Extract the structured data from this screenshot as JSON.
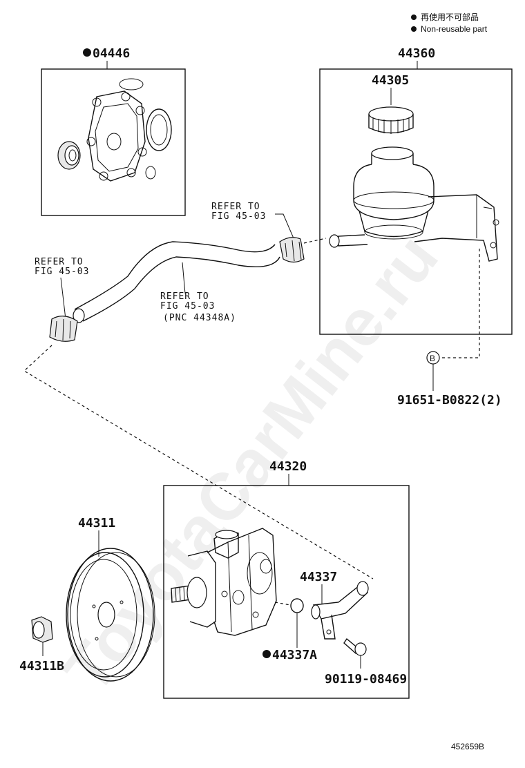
{
  "legend": {
    "line1": "再使用不可部品",
    "line2": "Non-reusable part"
  },
  "parts": {
    "p04446": "04446",
    "p44360": "44360",
    "p44305": "44305",
    "p91651": "91651-B0822(2)",
    "p44320": "44320",
    "p44311": "44311",
    "p44311b": "44311B",
    "p44337": "44337",
    "p44337a": "44337A",
    "p90119": "90119-08469"
  },
  "refs": {
    "ref1_line1": "REFER TO",
    "ref1_line2": "FIG 45-03",
    "ref2_line1": "REFER TO",
    "ref2_line2": "FIG 45-03",
    "ref3_line1": "REFER TO",
    "ref3_line2": "FIG 45-03",
    "ref3_line3": "(PNC 44348A)"
  },
  "marker_b": "B",
  "watermark": "ToyotaCarMine.ru",
  "diagram_code": "452659B"
}
